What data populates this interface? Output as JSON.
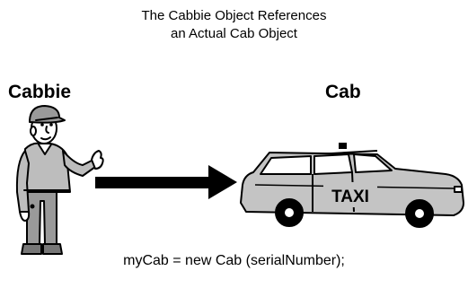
{
  "title": {
    "line1": "The Cabbie Object References",
    "line2": "an Actual Cab Object"
  },
  "labels": {
    "cabbie": "Cabbie",
    "cab": "Cab"
  },
  "taxi_sign": "TAXI",
  "code": "myCab = new Cab (serialNumber);"
}
